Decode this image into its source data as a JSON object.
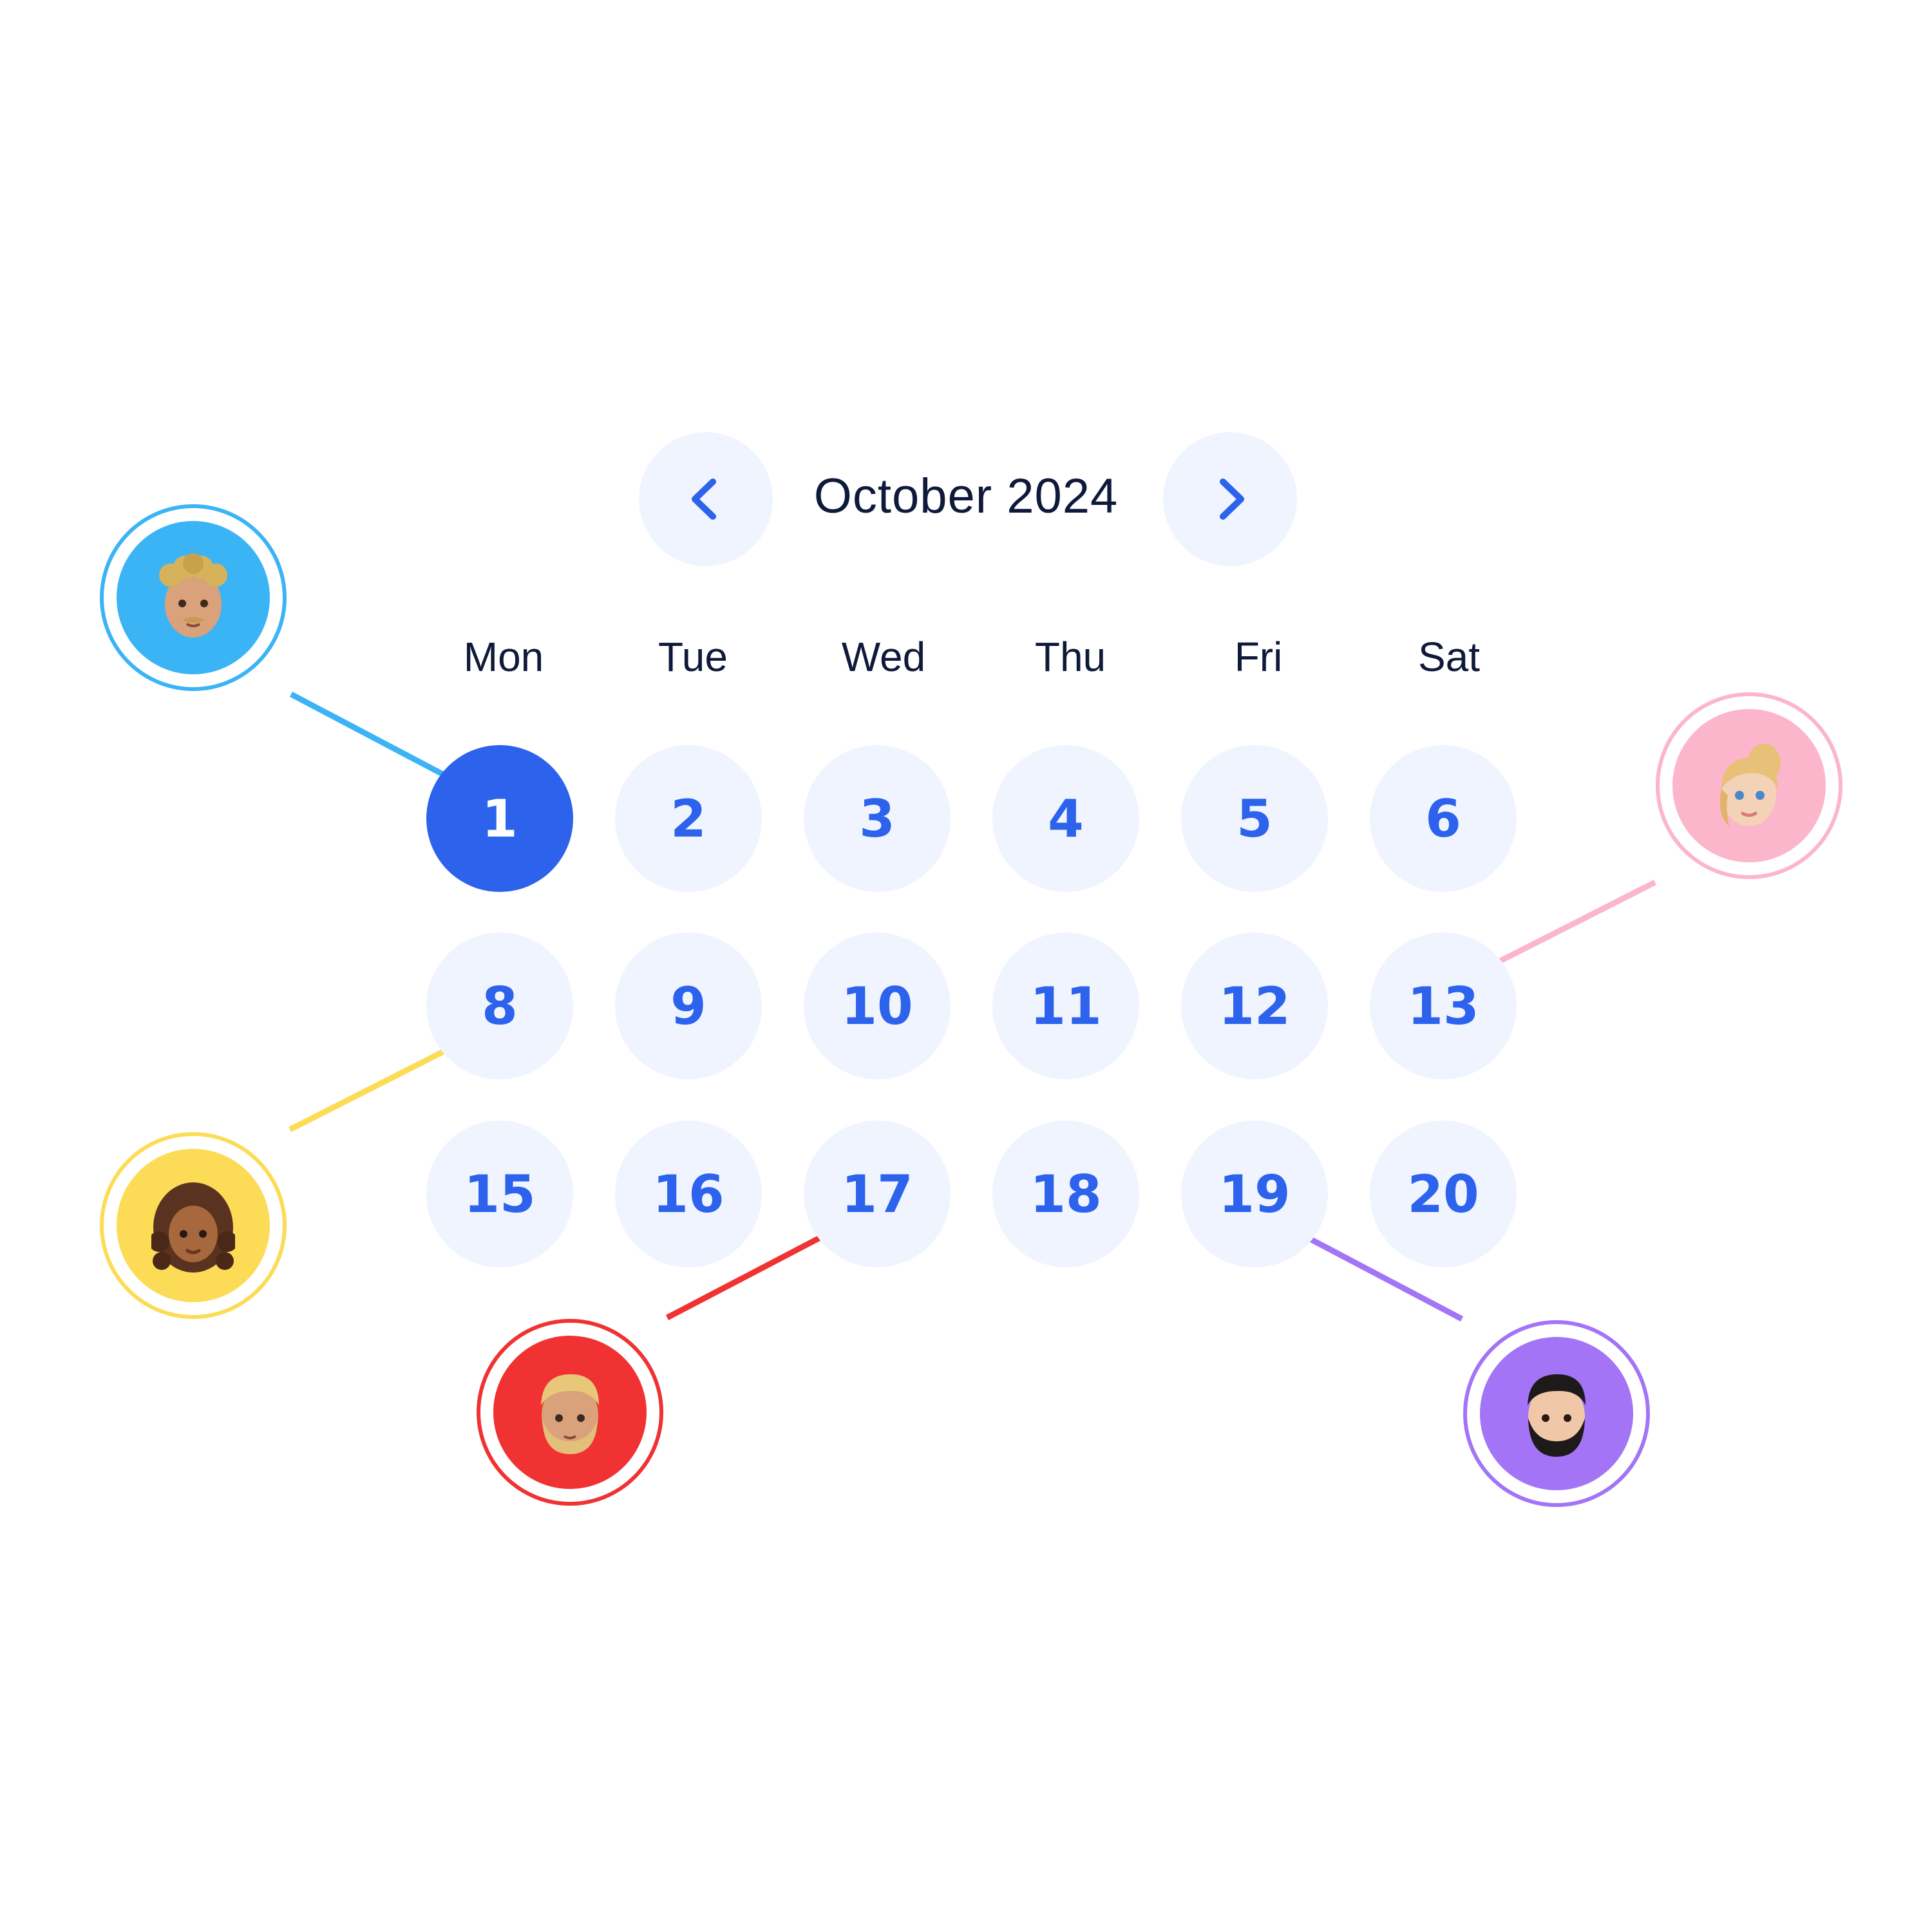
{
  "calendar": {
    "month_title": "October 2024",
    "prev_icon": "chevron-left-icon",
    "next_icon": "chevron-right-icon",
    "weekdays": [
      "Mon",
      "Tue",
      "Wed",
      "Thu",
      "Fri",
      "Sat"
    ],
    "days": [
      "1",
      "2",
      "3",
      "4",
      "5",
      "6",
      "8",
      "9",
      "10",
      "11",
      "12",
      "13",
      "15",
      "16",
      "17",
      "18",
      "19",
      "20"
    ],
    "selected_day": "1"
  },
  "colors": {
    "accent": "#2c62ec",
    "cell_bg": "#eff4fe",
    "text_dark": "#0f1a3a",
    "blue": "#3bb4f6",
    "pink": "#fbb6cb",
    "yellow": "#fcdc56",
    "red": "#f03232",
    "purple": "#a374f6"
  },
  "assignments": [
    {
      "day": "1",
      "avatar": "curly-haired-man-avatar",
      "color": "#3bb4f6"
    },
    {
      "day": "13",
      "avatar": "blonde-woman-avatar",
      "color": "#fbb6cb"
    },
    {
      "day": "8",
      "avatar": "curly-haired-woman-avatar",
      "color": "#fcdc56"
    },
    {
      "day": "17",
      "avatar": "bearded-blond-man-avatar",
      "color": "#f03232"
    },
    {
      "day": "19",
      "avatar": "bearded-dark-haired-man-avatar",
      "color": "#a374f6"
    }
  ]
}
